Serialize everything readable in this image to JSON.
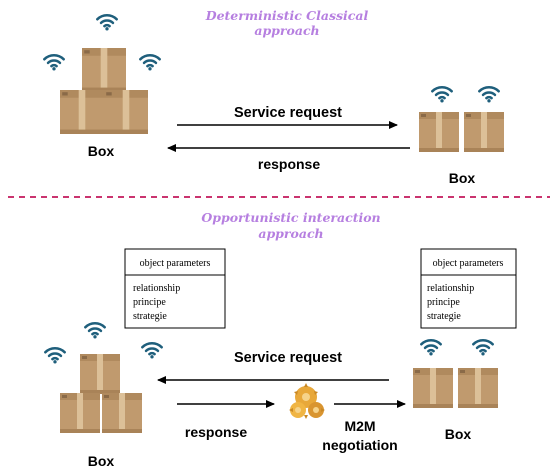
{
  "colors": {
    "title": "#b67fe0",
    "divider": "#c2185b",
    "wifi": "#1f5f7c",
    "box_light": "#c9a57a",
    "box_mid": "#b8926a",
    "box_dark": "#a07a52",
    "tape": "#e0c49c",
    "gear": "#e8a83a",
    "text": "#000000"
  },
  "top_section": {
    "title_line1": "Deterministic Classical",
    "title_line2": "approach",
    "left_box_label": "Box",
    "right_box_label": "Box",
    "request_label": "Service request",
    "response_label": "response"
  },
  "bottom_section": {
    "title_line1": "Opportunistic interaction",
    "title_line2": "approach",
    "left_params": {
      "header": "object parameters",
      "items": [
        "relationship",
        "principe",
        "strategie"
      ]
    },
    "right_params": {
      "header": "object parameters",
      "items": [
        "relationship",
        "principe",
        "strategie"
      ]
    },
    "request_label": "Service request",
    "response_label": "response",
    "negotiation_line1": "M2M",
    "negotiation_line2": "negotiation",
    "left_box_label": "Box",
    "right_box_label": "Box"
  },
  "icons": [
    "wifi-icon",
    "cardboard-box-icon",
    "gears-icon"
  ]
}
